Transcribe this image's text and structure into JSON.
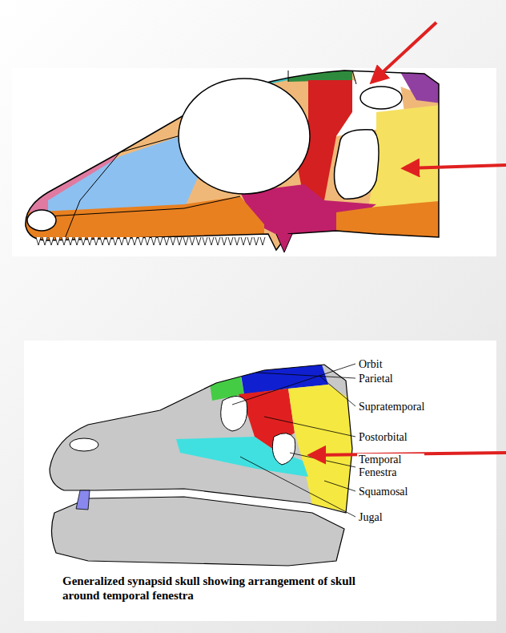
{
  "diagram": {
    "caption": "Generalized synapsid skull showing arrangement of skull around temporal fenestra",
    "labels": [
      "Orbit",
      "Parietal",
      "Supratemporal",
      "Postorbital",
      "Temporal Fenestra",
      "Squamosal",
      "Jugal"
    ]
  }
}
